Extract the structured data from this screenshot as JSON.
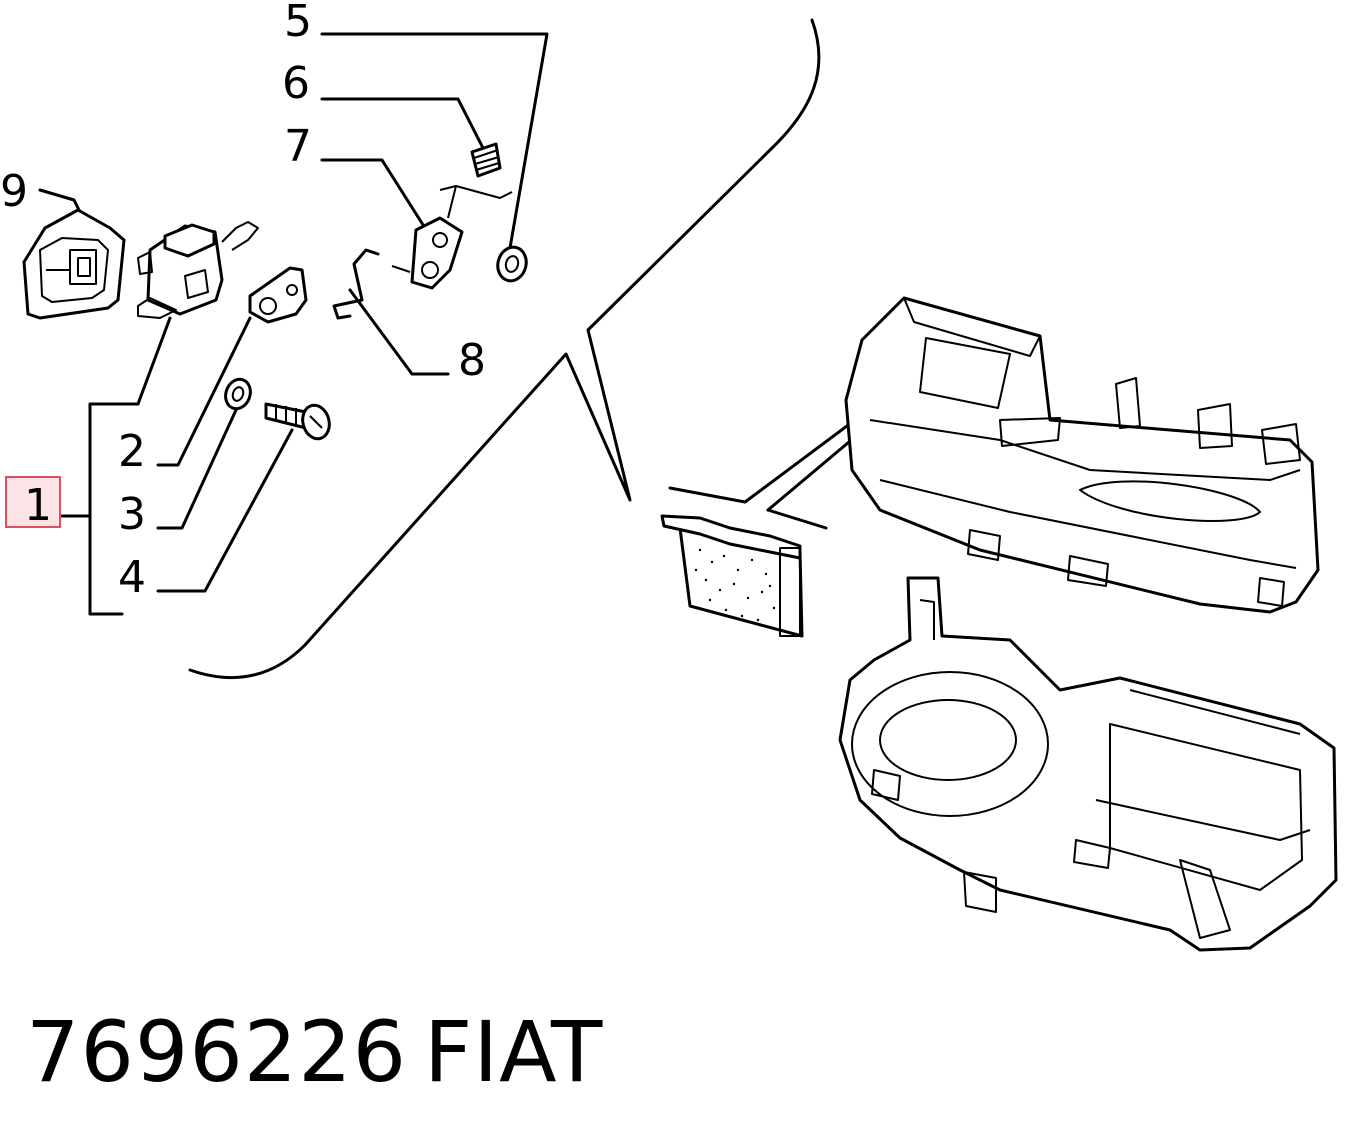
{
  "callouts": {
    "c1": "1",
    "c2": "2",
    "c3": "3",
    "c4": "4",
    "c5": "5",
    "c6": "6",
    "c7": "7",
    "c8": "8",
    "c9": "9"
  },
  "highlight_color": "#e05060",
  "footer": {
    "part_number": "7696226",
    "brand": "FIAT"
  }
}
